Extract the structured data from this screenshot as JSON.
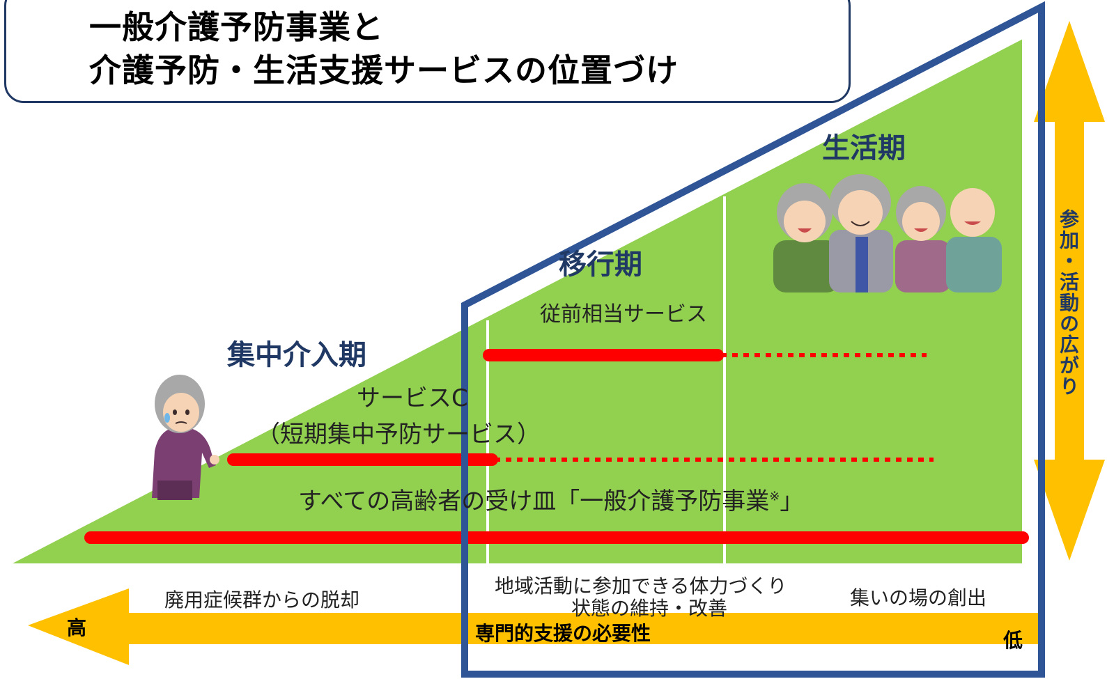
{
  "title": {
    "line1": "一般介護予防事業と",
    "line2": "介護予防・生活支援サービスの位置づけ"
  },
  "phases": {
    "intensive": "集中介入期",
    "transition": "移行期",
    "living": "生活期"
  },
  "services": {
    "service_c_line1": "サービスC",
    "service_c_line2": "（短期集中予防サービス）",
    "conventional": "従前相当サービス",
    "general": "すべての高齢者の受け皿「一般介護予防事業",
    "general_mark": "※",
    "general_close": "」"
  },
  "bottom_labels": {
    "disuse": "廃用症候群からの脱却",
    "fitness_line1": "地域活動に参加できる体力づくり",
    "fitness_line2": "状態の維持・改善",
    "gathering": "集いの場の創出"
  },
  "horizontal_arrow": {
    "high": "高",
    "caption": "専門的支援の必要性",
    "low": "低"
  },
  "vertical_arrow": {
    "caption": "参加・活動の広がり"
  },
  "colors": {
    "green": "#92d050",
    "red": "#ff0000",
    "navy": "#2f5597",
    "gold": "#ffc000",
    "title_border": "#1f3864"
  }
}
